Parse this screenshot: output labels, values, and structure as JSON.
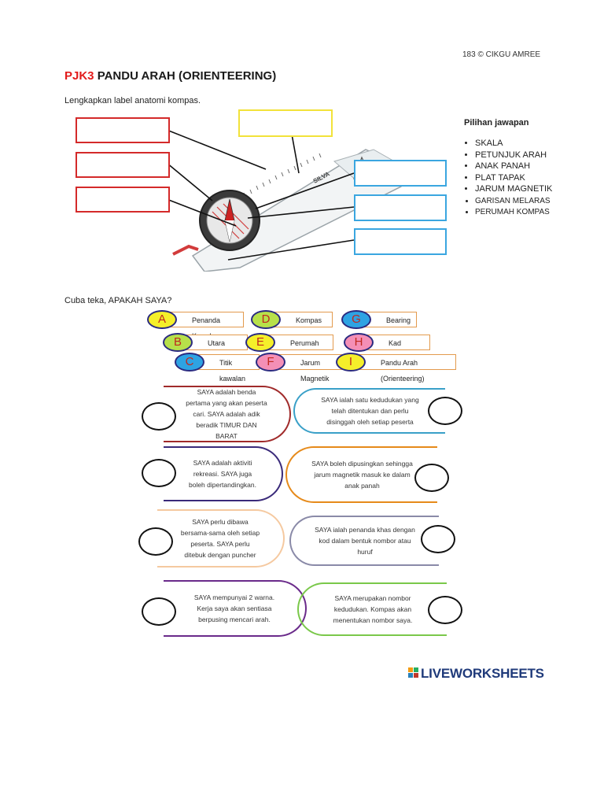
{
  "header": {
    "credit": "183 © CIKGU AMREE"
  },
  "title": {
    "prefix": "PJK3",
    "main": "PANDU ARAH (ORIENTEERING)"
  },
  "section1": {
    "instruction": "Lengkapkan label anatomi kompas.",
    "compass_brand": "SILVA",
    "choices_heading": "Pilihan jawapan",
    "choices": [
      "SKALA",
      "PETUNJUK ARAH",
      "ANAK PANAH",
      "PLAT TAPAK",
      "JARUM MAGNETIK",
      "GARISAN MELARAS",
      "PERUMAH KOMPAS"
    ]
  },
  "section2": {
    "instruction": "Cuba teka, APAKAH SAYA?",
    "options": [
      {
        "letter": "A",
        "label": "Penanda Kawalan",
        "color": "#f5ef2a"
      },
      {
        "letter": "D",
        "label": "Kompas",
        "color": "#b7e04a"
      },
      {
        "letter": "G",
        "label": "Bearing",
        "color": "#2ea3e3"
      },
      {
        "letter": "B",
        "label": "Utara",
        "color": "#b7e04a"
      },
      {
        "letter": "E",
        "label": "Perumah Kompas",
        "color": "#f5ef2a"
      },
      {
        "letter": "H",
        "label": "Kad Kawalan",
        "color": "#f48fb6"
      },
      {
        "letter": "C",
        "label": "Titik kawalan",
        "color": "#2ea3e3"
      },
      {
        "letter": "F",
        "label": "Jarum Magnetik",
        "color": "#f48fb6"
      },
      {
        "letter": "I",
        "label": "Pandu Arah (Orienteering)",
        "color": "#f5ef2a"
      }
    ],
    "riddles": [
      {
        "text": "SAYA adalah benda pertama yang akan peserta cari. SAYA adalah adik beradik TIMUR DAN BARAT",
        "color": "#a02a2a"
      },
      {
        "text": "SAYA ialah satu kedudukan yang telah ditentukan dan perlu disinggah oleh setiap peserta",
        "color": "#3aa0c8"
      },
      {
        "text": "SAYA adalah aktiviti rekreasi. SAYA juga boleh dipertandingkan.",
        "color": "#3a2a7a"
      },
      {
        "text": "SAYA boleh dipusingkan sehingga jarum magnetik masuk ke dalam anak panah",
        "color": "#e68a1a"
      },
      {
        "text": "SAYA perlu dibawa bersama-sama oleh setiap peserta. SAYA perlu ditebuk dengan puncher",
        "color": "#f5c9a0"
      },
      {
        "text": "SAYA ialah penanda khas dengan kod dalam bentuk nombor atau huruf",
        "color": "#8a8aa8"
      },
      {
        "text": "SAYA mempunyai 2 warna. Kerja saya akan sentiasa berpusing mencari arah.",
        "color": "#6a2a8a"
      },
      {
        "text": "SAYA merupakan nombor kedudukan. Kompas akan menentukan nombor saya.",
        "color": "#7ac84a"
      }
    ]
  },
  "footer": {
    "logo": "LIVEWORKSHEETS"
  }
}
